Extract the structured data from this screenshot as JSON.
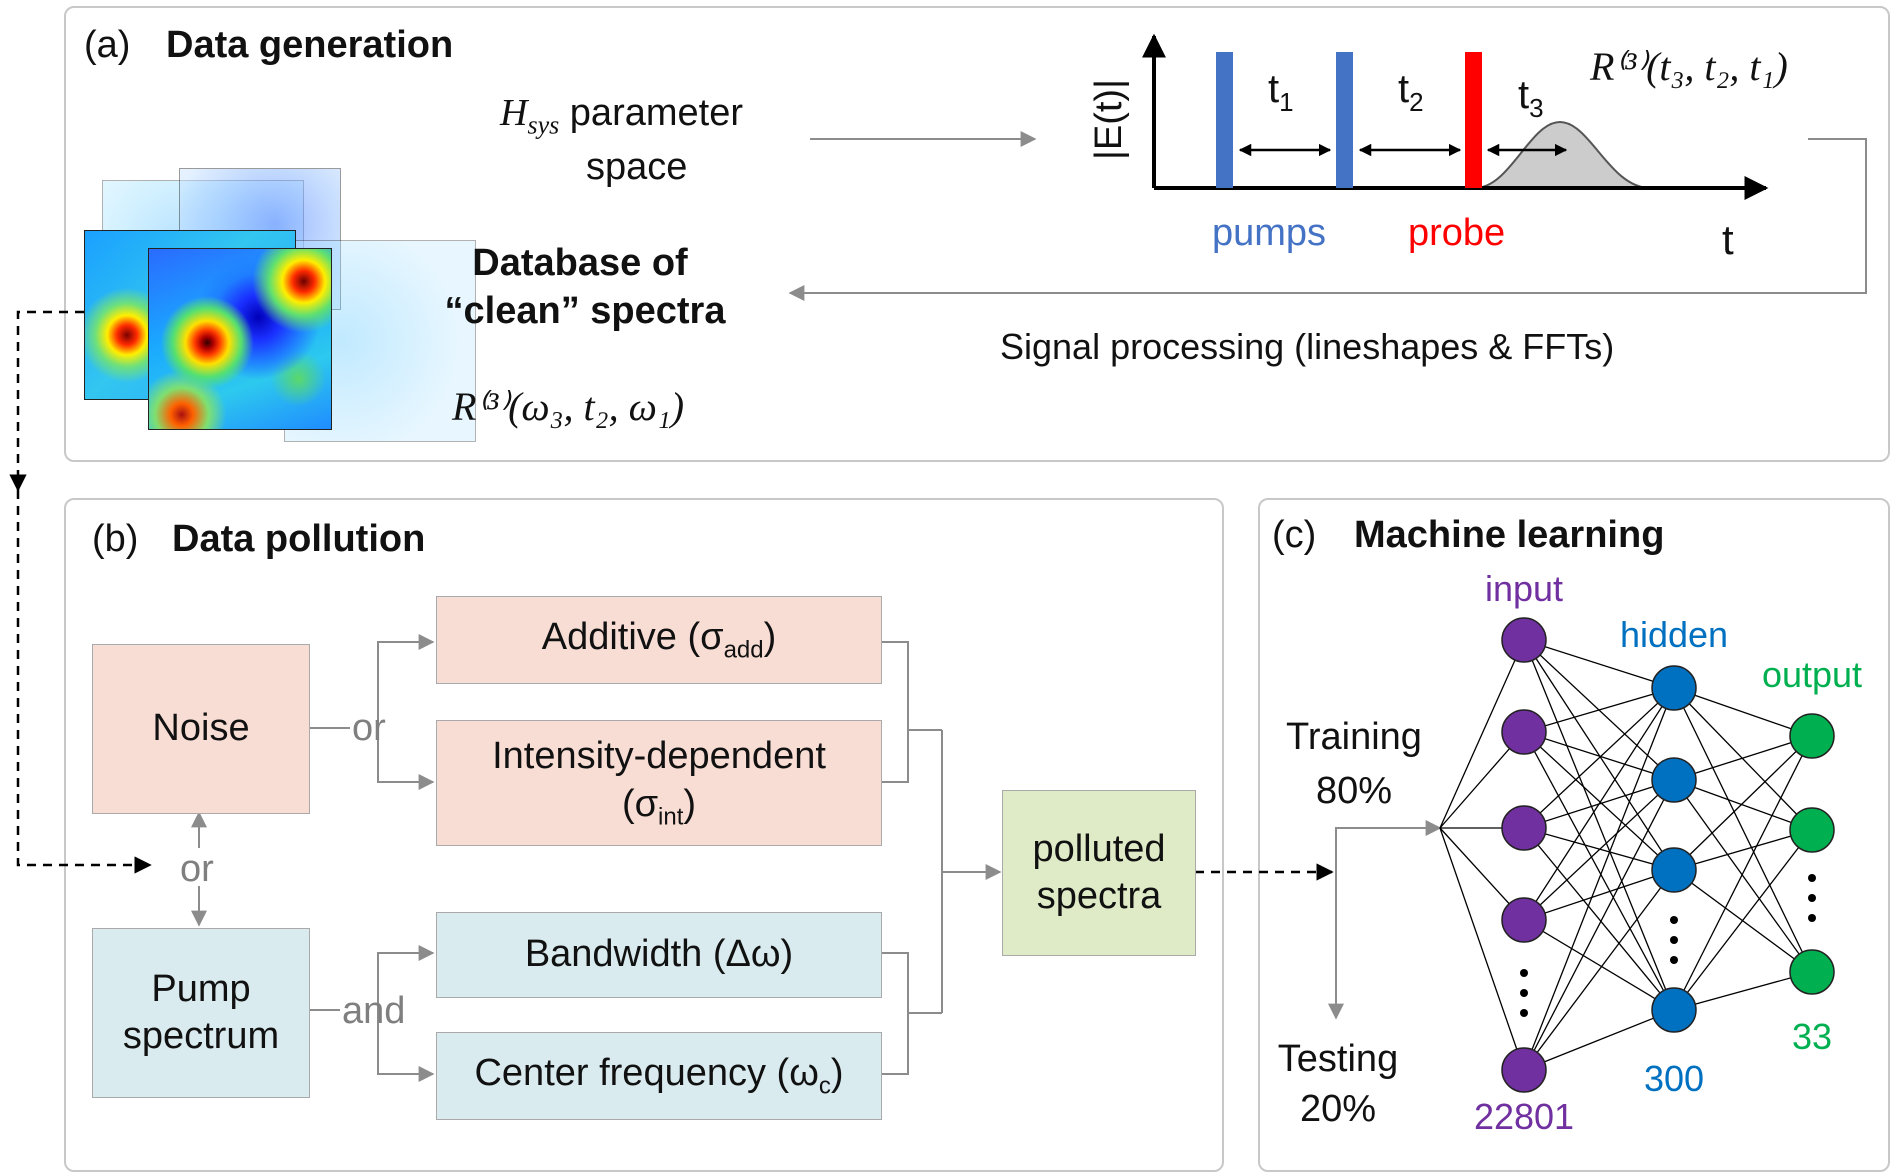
{
  "panel_a": {
    "label": "(a)",
    "title": "Data generation",
    "hsys_symbol": "H",
    "hsys_sub": "sys",
    "hsys_text_1": "parameter",
    "hsys_text_2": "space",
    "database_1": "Database of",
    "database_2": "“clean” spectra",
    "freq_response": "R⁽³⁾(ω₃, t₂, ω₁)",
    "time_response": "R⁽³⁾(t₃, t₂, t₁)",
    "signal_processing": "Signal processing (lineshapes & FFTs)",
    "pulse_plot": {
      "y_axis_label": "|E(t)|",
      "x_axis_label": "t",
      "t1": "t",
      "t1_sub": "1",
      "t2": "t",
      "t2_sub": "2",
      "t3": "t",
      "t3_sub": "3",
      "pumps_label": "pumps",
      "probe_label": "probe"
    },
    "colors": {
      "pump": "#4472c4",
      "probe": "#ff0000",
      "signal_fill": "#cccccc"
    }
  },
  "panel_b": {
    "label": "(b)",
    "title": "Data pollution",
    "noise": "Noise",
    "or_1": "or",
    "or_2": "or",
    "pump_spectrum_1": "Pump",
    "pump_spectrum_2": "spectrum",
    "and": "and",
    "additive": "Additive (σ",
    "additive_sub": "add",
    "intensity_1": "Intensity-dependent",
    "intensity_2": "(σ",
    "intensity_sub": "int",
    "bandwidth": "Bandwidth (Δω)",
    "center_freq": "Center frequency (ω",
    "center_freq_sub": "c",
    "polluted_1": "polluted",
    "polluted_2": "spectra",
    "colors": {
      "noise_box": "#f8ddd5",
      "pump_box": "#d9ebef",
      "polluted_box": "#deebc6"
    }
  },
  "panel_c": {
    "label": "(c)",
    "title": "Machine learning",
    "training_1": "Training",
    "training_2": "80%",
    "testing_1": "Testing",
    "testing_2": "20%",
    "input_label": "input",
    "hidden_label": "hidden",
    "output_label": "output",
    "input_count": "22801",
    "hidden_count": "300",
    "output_count": "33",
    "colors": {
      "input": "#7030a0",
      "hidden": "#0070c0",
      "output": "#00b050"
    }
  }
}
